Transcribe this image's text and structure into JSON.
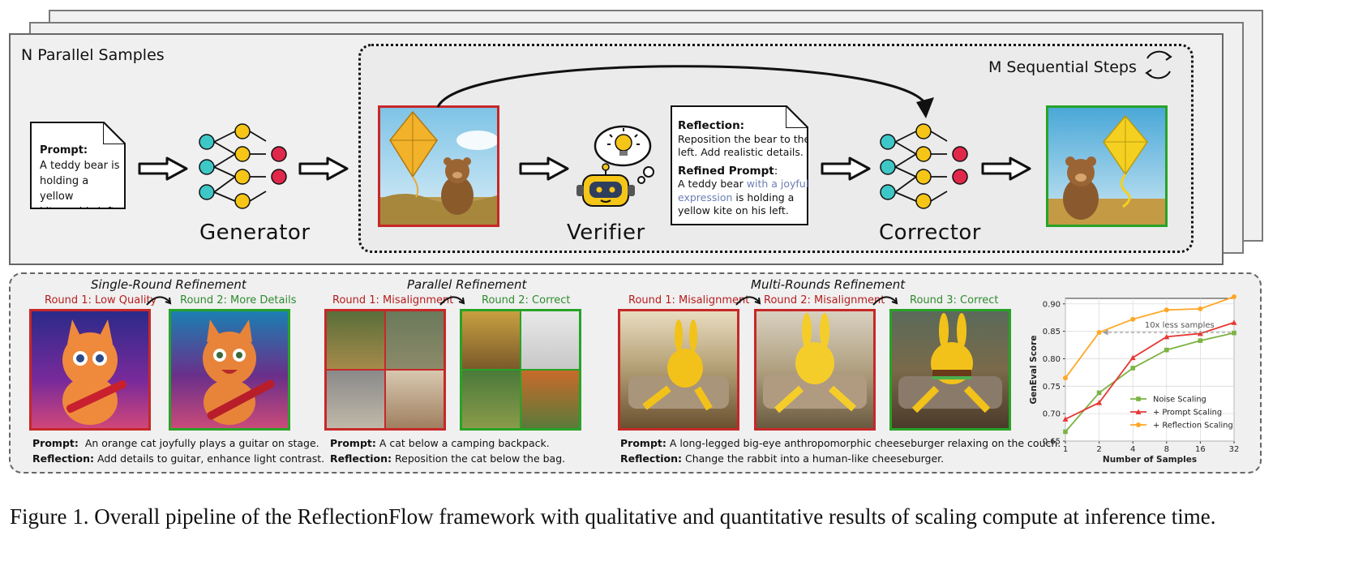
{
  "pipeline": {
    "parallel_label": "N Parallel Samples",
    "sequential_label": "M Sequential Steps",
    "prompt_note": {
      "heading": "Prompt:",
      "lines": [
        "A teddy bear is",
        "holding a yellow",
        "kite on his left."
      ]
    },
    "reflection_note": {
      "heading": "Reflection:",
      "reflection_lines": [
        "Reposition the bear to the",
        "left. Add realistic details."
      ],
      "refined_heading": "Refined Prompt",
      "refined_colon": ":",
      "refined_line1_a": "A teddy bear ",
      "refined_line1_b": "with a joyful",
      "refined_line2_a": "expression",
      "refined_line2_b": " is holding a",
      "refined_line3": "yellow kite on his left."
    },
    "generator_label": "Generator",
    "verifier_label": "Verifier",
    "corrector_label": "Corrector"
  },
  "refinements": {
    "single": {
      "title": "Single-Round Refinement",
      "round1": "Round 1: Low Quality",
      "round2": "Round 2: More Details",
      "prompt_label": "Prompt:",
      "prompt_text": "An orange cat joyfully plays a guitar on stage.",
      "reflection_label": "Reflection:",
      "reflection_text": "Add details to guitar, enhance light contrast."
    },
    "parallel": {
      "title": "Parallel Refinement",
      "round1": "Round 1: Misalignment",
      "round2": "Round 2: Correct",
      "prompt_label": "Prompt:",
      "prompt_text": "A cat below a camping backpack.",
      "reflection_label": "Reflection:",
      "reflection_text": "Reposition the cat below the bag."
    },
    "multi": {
      "title": "Multi-Rounds Refinement",
      "round1": "Round 1: Misalignment",
      "round2": "Round 2: Misalignment",
      "round3": "Round 3: Correct",
      "prompt_label": "Prompt:",
      "prompt_text": "A long-legged big-eye anthropomorphic cheeseburger relaxing on the couch.",
      "reflection_label": "Reflection:",
      "reflection_text": "Change the rabbit into a human-like cheeseburger."
    }
  },
  "colors": {
    "red": "#c62828",
    "green": "#27a327",
    "noise": "#7cb342",
    "prompt": "#e53935",
    "reflection": "#ffa726"
  },
  "chart_data": {
    "type": "line",
    "xlabel": "Number of Samples",
    "ylabel": "GenEval Score",
    "x": [
      1,
      2,
      4,
      8,
      16,
      32
    ],
    "x_ticks": [
      "1",
      "2",
      "4",
      "8",
      "16",
      "32"
    ],
    "y_ticks": [
      "0.65",
      "0.70",
      "0.75",
      "0.80",
      "0.85",
      "0.90"
    ],
    "ylim": [
      0.65,
      0.91
    ],
    "series": [
      {
        "name": "Noise Scaling",
        "color": "#7cb342",
        "marker": "square",
        "values": [
          0.667,
          0.738,
          0.783,
          0.816,
          0.833,
          0.847
        ]
      },
      {
        "name": "+ Prompt Scaling",
        "color": "#e53935",
        "marker": "triangle",
        "values": [
          0.69,
          0.72,
          0.802,
          0.84,
          0.846,
          0.866
        ]
      },
      {
        "name": "+ Reflection Scaling",
        "color": "#ffa726",
        "marker": "circle",
        "values": [
          0.765,
          0.848,
          0.872,
          0.889,
          0.891,
          0.913
        ]
      }
    ],
    "annotation": "10x less samples",
    "legend_position": "bottom-right"
  },
  "caption": "Figure 1. Overall pipeline of the ReflectionFlow framework with qualitative and quantitative results of scaling compute at inference time."
}
